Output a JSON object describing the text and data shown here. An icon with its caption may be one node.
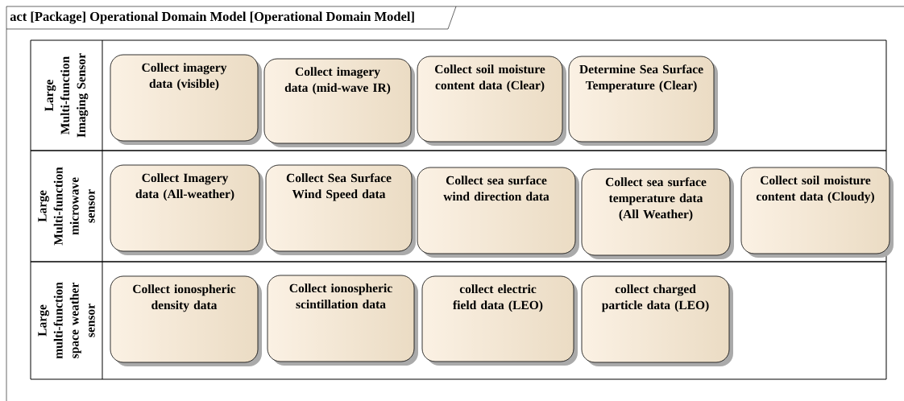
{
  "diagram": {
    "title": "act [Package] Operational Domain Model [Operational Domain Model]",
    "nodes": [
      {
        "text": [
          "Large Multi-function Imaging Sensor"
        ]
      },
      {
        "text": [
          "Collect imagery data (visible)"
        ],
        "in": 0
      },
      {
        "text": [
          "Collect imagery data (mid-wave IR)"
        ],
        "in": 0
      },
      {
        "text": [
          "Collect soil moisture content data (Clear)"
        ],
        "in": 0
      },
      {
        "text": [
          "Determine Sea Surface Temperature (Clear)"
        ],
        "in": 0
      },
      {
        "text": [
          "Large Multi-function microwave sensor"
        ]
      },
      {
        "text": [
          "Collect Imagery data (All-weather)"
        ],
        "in": 5
      },
      {
        "text": [
          "Collect Sea Surface Wind Speed data"
        ],
        "in": 5
      },
      {
        "text": [
          "Collect sea surface wind direction data"
        ],
        "in": 5
      },
      {
        "text": [
          "Collect sea surface temperature data (All Weather)"
        ],
        "in": 5
      },
      {
        "text": [
          "Collect soil moisture content data (Cloudy)"
        ],
        "in": 5
      },
      {
        "text": [
          "Large multi-function space weather sensor"
        ]
      },
      {
        "text": [
          "Collect ionospheric density data"
        ],
        "in": 11
      },
      {
        "text": [
          "Collect ionospheric scintillation data"
        ],
        "in": 11
      },
      {
        "text": [
          "collect electric field data (LEO)"
        ],
        "in": 11
      },
      {
        "text": [
          "collect charged particle data (LEO)"
        ],
        "in": 11
      }
    ]
  }
}
